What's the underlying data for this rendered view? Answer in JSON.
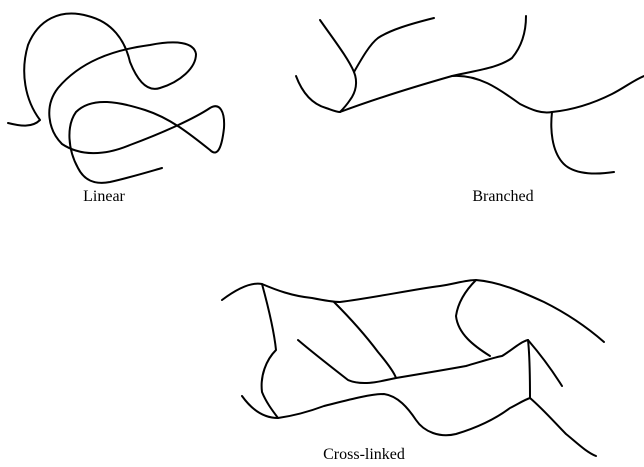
{
  "panels": {
    "linear": {
      "label": "Linear"
    },
    "branched": {
      "label": "Branched"
    },
    "crosslinked": {
      "label": "Cross-linked"
    }
  },
  "colors": {
    "stroke": "#000000",
    "text": "#000000",
    "background": "#ffffff"
  }
}
